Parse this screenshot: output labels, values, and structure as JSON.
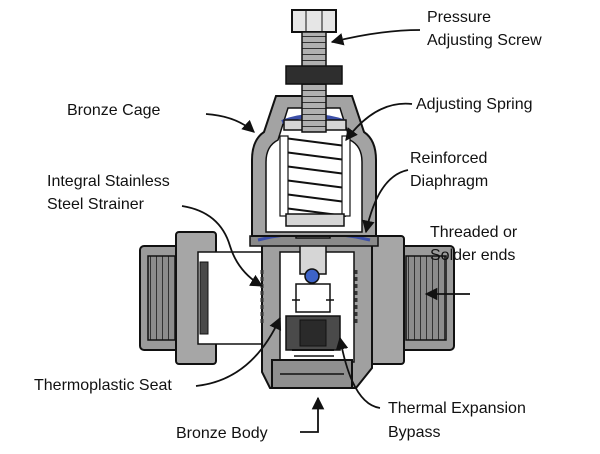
{
  "diagram": {
    "colors": {
      "ink": "#111111",
      "body_gray": "#9a9a9a",
      "dark_gray": "#4a4a4a",
      "light_gray": "#d6d6d6",
      "spring_blue": "#3c4fa8",
      "ball_blue": "#3d63c8"
    },
    "labels": {
      "pressure_line1": "Pressure",
      "pressure_line2": "Adjusting Screw",
      "bronze_cage": "Bronze Cage",
      "adjusting_spring": "Adjusting Spring",
      "diaphragm_line1": "Reinforced",
      "diaphragm_line2": "Diaphragm",
      "strainer_line1": "Integral Stainless",
      "strainer_line2": "Steel Strainer",
      "threaded_line1": "Threaded or",
      "threaded_line2": "Solder ends",
      "thermoplastic_seat": "Thermoplastic Seat",
      "bronze_body": "Bronze Body",
      "bypass_line1": "Thermal Expansion",
      "bypass_line2": "Bypass"
    }
  }
}
